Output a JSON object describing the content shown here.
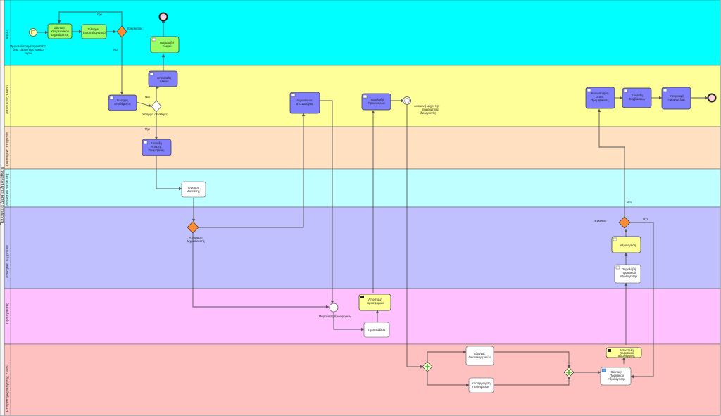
{
  "pool": {
    "label": "Προσφορά Διακήρυξη Ανάθεση"
  },
  "lanes": [
    {
      "id": "L1",
      "label": "Αιτών",
      "color": "#00ffff"
    },
    {
      "id": "L2",
      "label": "Διευθυντής Υλικού",
      "color": "#ffff99"
    },
    {
      "id": "L3",
      "label": "Οικονομική Υπηρεσία",
      "color": "#ffe0c0"
    },
    {
      "id": "L4",
      "label": "Διοικητικό Διευθυντή",
      "color": "#c0ffff"
    },
    {
      "id": "L5",
      "label": "Διοικητικό Συμβούλιο",
      "color": "#c0c0ff"
    },
    {
      "id": "L6",
      "label": "Προμηθευτές",
      "color": "#ffc0ff"
    },
    {
      "id": "L7",
      "label": "Επιτροπή Αξιολόγησης Υλικού",
      "color": "#ffc0c0"
    }
  ],
  "tasks": [
    {
      "id": "t1",
      "text": [
        "Σύνταξη",
        "Υπηρεσιακού",
        "Σημειώματος"
      ],
      "fill": "#99ff66"
    },
    {
      "id": "t2",
      "text": [
        "Έλεγχος",
        "Προϋπολογισμού"
      ],
      "fill": "#99ff66"
    },
    {
      "id": "t3",
      "text": [
        "Παραλαβή",
        "Υλικού"
      ],
      "fill": "#99ff66"
    },
    {
      "id": "t4",
      "text": [
        "Αποστολή",
        "Υλικού"
      ],
      "fill": "#8080ff"
    },
    {
      "id": "t5",
      "text": [
        "Έλεγχος",
        "Αποθέματος"
      ],
      "fill": "#8080ff"
    },
    {
      "id": "t6",
      "text": [
        "Δημοσίευση",
        "στο Διαύγεια"
      ],
      "fill": "#8080ff"
    },
    {
      "id": "t7",
      "text": [
        "Παραλαβή",
        "Προσφορών"
      ],
      "fill": "#8080ff"
    },
    {
      "id": "t8",
      "text": [
        "Κοινοποίηση",
        "στους",
        "Προμηθευτές"
      ],
      "fill": "#8080ff"
    },
    {
      "id": "t9",
      "text": [
        "Σύνταξη",
        "Συμβάσεων"
      ],
      "fill": "#8080ff"
    },
    {
      "id": "t10",
      "text": [
        "Υπογραφή",
        "Παραγγελίας"
      ],
      "fill": "#8080ff"
    },
    {
      "id": "t11",
      "text": [
        "Σύνταξη",
        "Αίτησης",
        "Προμήθειας"
      ],
      "fill": "#8080ff"
    },
    {
      "id": "t12",
      "text": [
        "Έγκριση",
        "Δαπάνης"
      ],
      "fill": "#ffffff"
    },
    {
      "id": "t13",
      "text": [
        "Αξιολόγηση"
      ],
      "fill": "#ffff99"
    },
    {
      "id": "t14",
      "text": [
        "Παραλαβή",
        "πρακτικού",
        "αξιολόγησης"
      ],
      "fill": "#ffffff"
    },
    {
      "id": "t15",
      "text": [
        "Αποστολή",
        "προσφορών"
      ],
      "fill": "#ffff99"
    },
    {
      "id": "t16",
      "text": [
        "Προσπάθεια"
      ],
      "fill": "#ffffff"
    },
    {
      "id": "t17",
      "text": [
        "Έλεγχος",
        "Δικαιολογητικών"
      ],
      "fill": "#ffffff"
    },
    {
      "id": "t18",
      "text": [
        "Αποσφράγιση",
        "Προσφορών"
      ],
      "fill": "#ffffff"
    },
    {
      "id": "t19",
      "text": [
        "Αποστολή",
        "πρακτικού",
        "αξιολόγησης"
      ],
      "fill": "#ffff99"
    },
    {
      "id": "t20",
      "text": [
        "Σύνταξη",
        "Πρακτικού",
        "Αξιολόγησης"
      ],
      "fill": "#ffffff"
    }
  ],
  "labels": {
    "start_condition": [
      "Προυπολογισμένη Δαπάνη",
      "άνω 15000 έως 45000",
      "ευρώ"
    ],
    "gw1_label": "Εγκρίνεται ;",
    "yes1": "Όχι",
    "no1": "Ναι",
    "no2": "Ναι",
    "gw2_label": "Υπάρχει απόθεμα;",
    "yes2": "Όχι",
    "gw3_label": [
      "Απόφαση",
      "Δημοσίευσης"
    ],
    "gw4_label": "Έγκριση;",
    "no4": "Ναι",
    "yes4": "Όχι",
    "timer_label": [
      "Αναμονή μέχρι την",
      "ημερομηνία",
      "διεξαγωγής"
    ],
    "msg_event_label": "Παραλαβή προσφορών"
  },
  "colors": {
    "gateway_xor": "#ff8c33",
    "gateway_parallel": "#ffffcc",
    "end_event": "#ffd0d8",
    "start_event": "#ffff99"
  }
}
